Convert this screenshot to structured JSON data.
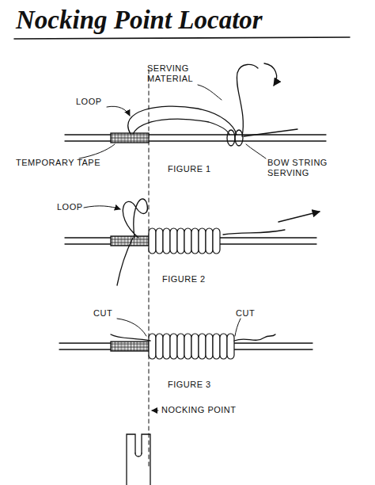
{
  "diagram": {
    "title": "Nocking Point Locator",
    "labels": [
      "SERVING MATERIAL",
      "LOOP",
      "TEMPORARY TAPE",
      "FIGURE 1",
      "BOW STRING SERVING",
      "LOOP",
      "FIGURE 2",
      "CUT",
      "CUT",
      "FIGURE 3",
      "NOCKING POINT"
    ]
  }
}
